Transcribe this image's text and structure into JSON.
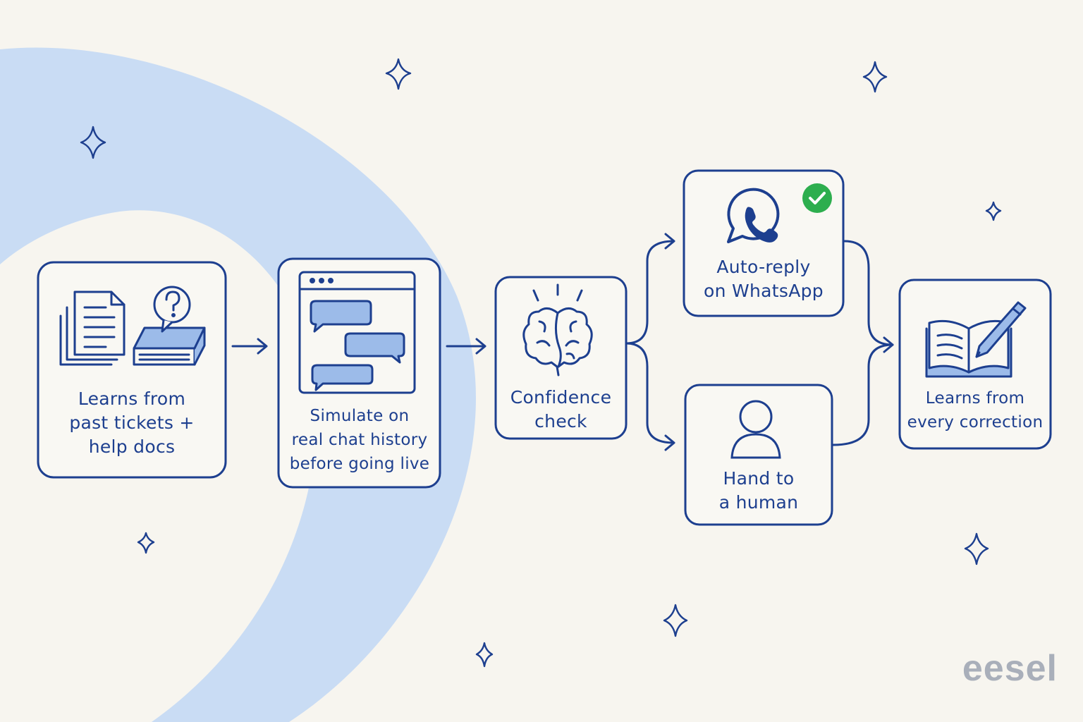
{
  "colors": {
    "background": "#f7f5ef",
    "ink": "#1d3f8f",
    "swirl": "#c9dcf4",
    "icon_fill": "#9cbbe9",
    "check": "#2dae4e",
    "brand": "#a9afba"
  },
  "steps": [
    {
      "label": "Learns from\npast tickets +\nhelp docs",
      "icons": [
        "documents-icon",
        "help-book-icon"
      ]
    },
    {
      "label": "Simulate on\nreal chat history\nbefore going live",
      "icons": [
        "chat-window-icon"
      ]
    },
    {
      "label": "Confidence\ncheck",
      "icons": [
        "brain-icon"
      ]
    },
    {
      "label": "Auto-reply\non WhatsApp",
      "icons": [
        "whatsapp-icon",
        "check-badge-icon"
      ]
    },
    {
      "label": "Hand to\na human",
      "icons": [
        "person-icon"
      ]
    },
    {
      "label": "Learns from\nevery correction",
      "icons": [
        "book-pencil-icon"
      ]
    }
  ],
  "brand": "eesel"
}
